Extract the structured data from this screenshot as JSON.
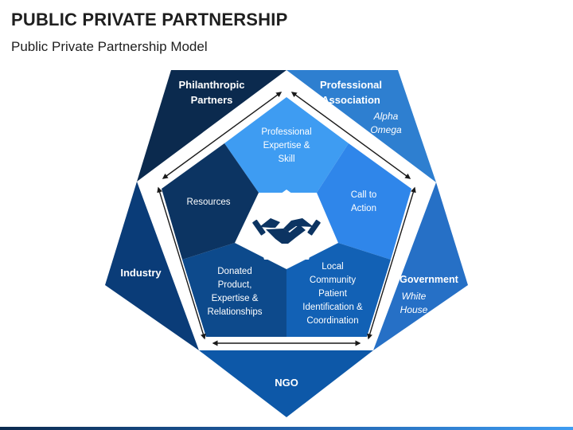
{
  "title": "PUBLIC PRIVATE PARTNERSHIP",
  "subtitle": "Public Private Partnership Model",
  "outer_segments": {
    "philanthropic": {
      "line1": "Philanthropic",
      "line2": "Partners"
    },
    "professional": {
      "line1": "Professional",
      "line2": "Association",
      "italic1": "Alpha",
      "italic2": "Omega"
    },
    "government": {
      "line1": "Government",
      "italic1": "White",
      "italic2": "House"
    },
    "ngo": {
      "line1": "NGO"
    },
    "industry": {
      "line1": "Industry"
    }
  },
  "inner_segments": {
    "expertise": {
      "lines": [
        "Professional",
        "Expertise &",
        "Skill"
      ]
    },
    "call": {
      "lines": [
        "Call to",
        "Action"
      ]
    },
    "local": {
      "lines": [
        "Local",
        "Community",
        "Patient",
        "Identification &",
        "Coordination"
      ]
    },
    "donated": {
      "lines": [
        "Donated",
        "Product,",
        "Expertise &",
        "Relationships"
      ]
    },
    "resources": {
      "lines": [
        "Resources"
      ]
    }
  },
  "center_icon": "handshake-icon",
  "colors": {
    "philanthropic": "#0b2a4e",
    "professional": "#2e7fd0",
    "government": "#2670c6",
    "ngo": "#0d58a8",
    "industry": "#0a3c78",
    "inner_expertise": "#3e9cf2",
    "inner_call": "#2f86ea",
    "inner_local": "#1261b5",
    "inner_donated": "#0d4a8c",
    "inner_resources": "#0c3462",
    "icon": "#0c3462",
    "accent_bar": "#1f5fa8"
  }
}
